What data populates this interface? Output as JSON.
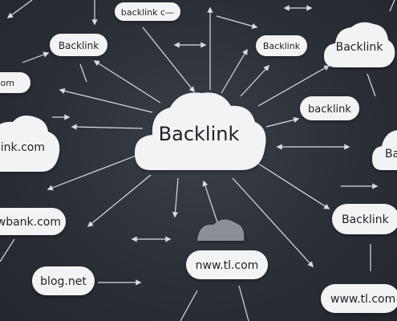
{
  "colors": {
    "background": "#2b2f37",
    "bubble": "#f2f3f5",
    "text": "#1f2328",
    "arrow": "#d9dce1"
  },
  "nodes": {
    "center": "Backlink",
    "top_pill": "backlink c—",
    "top_left_pill": "Backlink",
    "top_mid_right_pill": "Backlink",
    "top_right_cloud": "Backlink",
    "left_pill_top": "nk.com",
    "right_pill_mid": "backlink",
    "left_cloud": "klink.com",
    "right_edge_cloud": "Ba",
    "left_pill_mid": "mwbank.com",
    "right_pill_low": "Backlink",
    "bottom_center_cloud": "nww.tl.com",
    "bottom_left_pill": "blog.net",
    "bottom_right_pill": "www.tl.com"
  }
}
